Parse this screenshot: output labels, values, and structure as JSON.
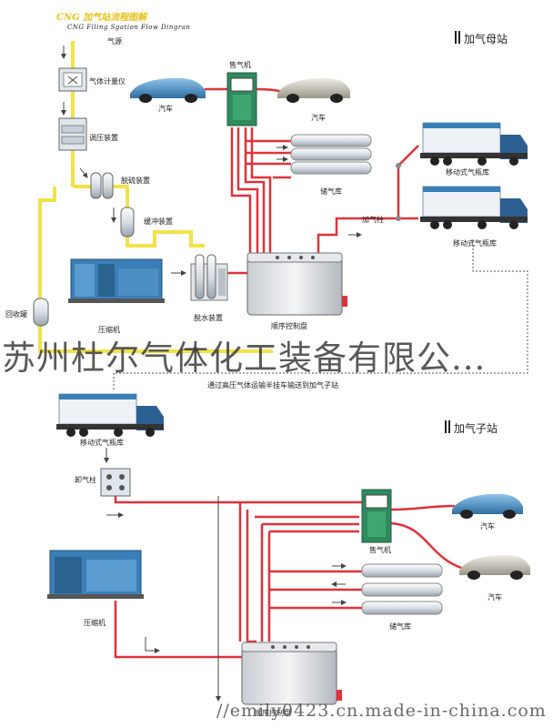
{
  "header": {
    "title": "CNG 加气站流程图解",
    "subtitle": "CNG Flling Sgation Flow Dingran",
    "source": "气源"
  },
  "mother_station": {
    "section_title": "加气母站",
    "labels": {
      "gas_meter": "气体计量仪",
      "pressure_regulator": "调压装置",
      "desulfurizer": "脱硫装置",
      "buffer": "缓冲装置",
      "recovery_tank": "回收罐",
      "compressor": "压缩机",
      "dehydrator": "脱水装置",
      "sequence_panel": "顺序控制盘",
      "dispenser": "售气机",
      "car_left": "汽车",
      "car_right": "汽车",
      "storage": "储气库",
      "gas_post": "加气柱",
      "trailer_1": "移动式气瓶库",
      "trailer_2": "移动式气瓶库"
    }
  },
  "transfer_note": "通过高压气体运输半挂车输送到加气子站",
  "watermark": "苏州杜尔气体化工装备有限公...",
  "sub_station": {
    "section_title": "加气子站",
    "labels": {
      "trailer": "移动式气瓶库",
      "unload_post": "卸气柱",
      "compressor": "压缩机",
      "sequence_panel": "顺序控制盘",
      "dispenser": "售气机",
      "car_top": "汽车",
      "car_bottom": "汽车",
      "storage": "储气库"
    }
  },
  "footer_url": "//emily0423.cn.made-in-china.com",
  "colors": {
    "gas_line": "#f2e24a",
    "high_pressure_line": "#e0323a",
    "equipment_blue": "#3b7fb8",
    "arrow": "#444444"
  }
}
